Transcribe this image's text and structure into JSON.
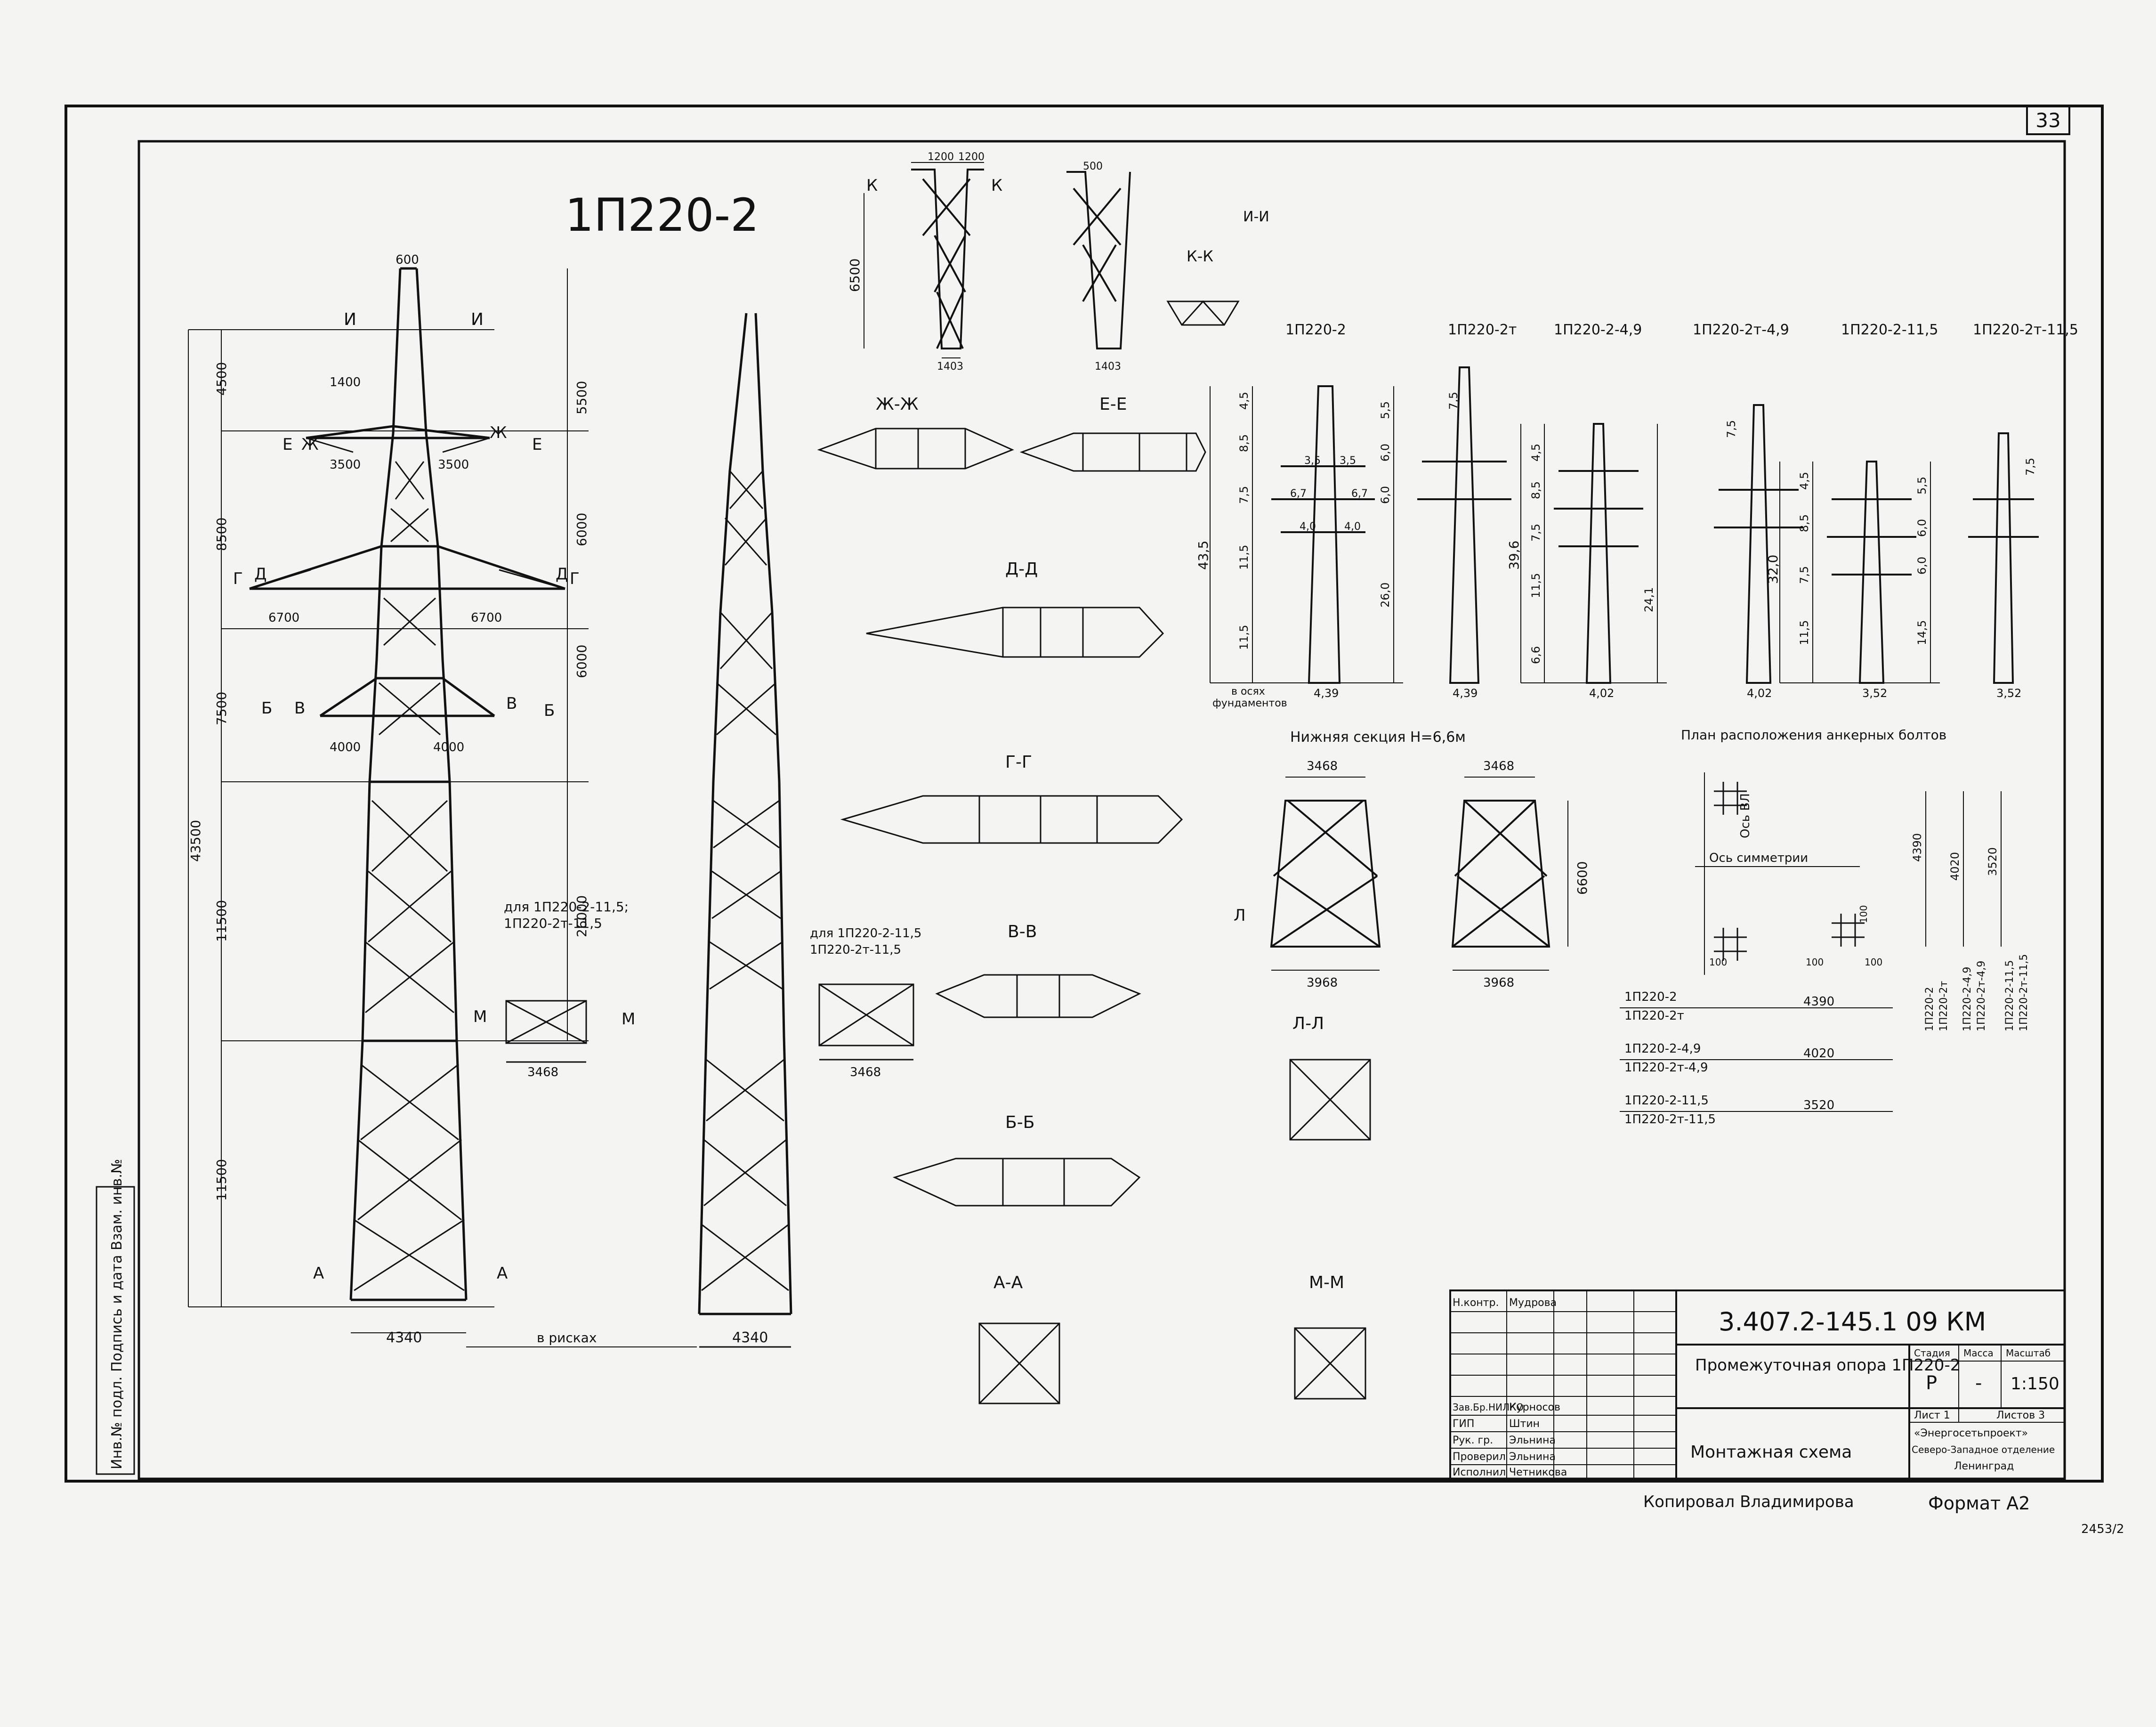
{
  "sheet": {
    "number": "33",
    "title": "1П220-2",
    "bottom_note": "2453/2"
  },
  "side_stamp": "Инв.№ подл. Подпись и дата Взам. инв.№",
  "tower_main": {
    "section_marks": [
      "И",
      "И",
      "Ж",
      "Ж",
      "Е",
      "Е",
      "Д",
      "Д",
      "Г",
      "Г",
      "В",
      "В",
      "Б",
      "Б",
      "А",
      "А",
      "М",
      "М"
    ],
    "heights_left": [
      "4500",
      "8500",
      "7500",
      "11500",
      "11500"
    ],
    "total_height": "43500",
    "heights_right": [
      "5500",
      "6000",
      "6000",
      "26000"
    ],
    "widths": [
      "600",
      "1400",
      "3500",
      "3500",
      "6700",
      "6700",
      "4000",
      "4000"
    ],
    "base_width": "4340",
    "base_note": "в рисках",
    "note_for": [
      "для 1П220-2-11,5;",
      "1П220-2т-11,5"
    ],
    "m_detail_width": "3468"
  },
  "tower_side": {
    "base_width": "4340"
  },
  "top_details": {
    "k_width": [
      "1200",
      "1200"
    ],
    "k_height": "6500",
    "k_base": "1403",
    "side_top": "500",
    "side_base": "1403",
    "labels": [
      "К",
      "К"
    ]
  },
  "section_titles": [
    "Ж-Ж",
    "Е-Е",
    "Д-Д",
    "Г-Г",
    "В-В",
    "Б-Б",
    "А-А",
    "К-К",
    "И-И",
    "Л-Л",
    "М-М"
  ],
  "variant_note": [
    "для 1П220-2-11,5",
    "1П220-2т-11,5"
  ],
  "variant_detail_width": "3468",
  "variants": {
    "titles": [
      "1П220-2",
      "1П220-2т",
      "1П220-2-4,9",
      "1П220-2т-4,9",
      "1П220-2-11,5",
      "1П220-2т-11,5"
    ],
    "heights": [
      "43,5",
      "39,6",
      "32,0"
    ],
    "section_heights": [
      "4,5",
      "8,5",
      "7,5",
      "11,5",
      "11,5",
      "4,5",
      "8,5",
      "7,5",
      "11,5",
      "6,6",
      "4,5",
      "8,5",
      "7,5",
      "11,5"
    ],
    "upper_heights": [
      "5,5",
      "6,0",
      "6,0",
      "26,0",
      "24,1",
      "5,5",
      "6,0",
      "6,0",
      "14,5"
    ],
    "top_heights": [
      "7,5",
      "7,5",
      "7,5"
    ],
    "base_widths": [
      "4,39",
      "4,39",
      "4,02",
      "4,02",
      "3,52",
      "3,52"
    ],
    "arm_widths": [
      "3,5",
      "3,5",
      "6,7",
      "6,7",
      "4,0",
      "4,0"
    ],
    "foundation_note": [
      "в осях",
      "фундаментов"
    ]
  },
  "lower_section": {
    "title": "Нижняя секция H=6,6м",
    "widths": [
      "3468",
      "3468"
    ],
    "base_widths": [
      "3968",
      "3968"
    ],
    "height": "6600",
    "section_mark": "Л"
  },
  "bolt_plan": {
    "title": "План расположения анкерных болтов",
    "axis_label": "Ось симметрии",
    "axis_vl": "Ось ВЛ",
    "dims": [
      "4390",
      "4020",
      "3520"
    ],
    "small": [
      "100",
      "100",
      "100",
      "100"
    ],
    "rotated_labels": [
      "1П220-2",
      "1П220-2т",
      "1П220-2-4,9",
      "1П220-2т-4,9",
      "1П220-2-11,5",
      "1П220-2т-11,5"
    ],
    "table": [
      {
        "names": [
          "1П220-2",
          "1П220-2т"
        ],
        "value": "4390"
      },
      {
        "names": [
          "1П220-2-4,9",
          "1П220-2т-4,9"
        ],
        "value": "4020"
      },
      {
        "names": [
          "1П220-2-11,5",
          "1П220-2т-11,5"
        ],
        "value": "3520"
      }
    ]
  },
  "title_block": {
    "code": "3.407.2-145.1  09 КМ",
    "name": "Промежуточная опора 1П220-2",
    "subtitle": "Монтажная схема",
    "stage_hdr": "Стадия",
    "mass_hdr": "Масса",
    "scale_hdr": "Масштаб",
    "stage": "Р",
    "mass": "-",
    "scale": "1:150",
    "sheet": "Лист 1",
    "sheets": "Листов 3",
    "org": [
      "«Энергосетьпроект»",
      "Северо-Западное отделение",
      "Ленинград"
    ],
    "roles": [
      {
        "role": "Н.контр.",
        "name": "Мудрова"
      },
      {
        "role": "",
        "name": ""
      },
      {
        "role": "",
        "name": ""
      },
      {
        "role": "",
        "name": ""
      },
      {
        "role": "Зав.Бр.НИЛКО",
        "name": "Курносов"
      },
      {
        "role": "ГИП",
        "name": "Штин"
      },
      {
        "role": "Рук. гр.",
        "name": "Эльнина"
      },
      {
        "role": "Проверил",
        "name": "Эльнина"
      },
      {
        "role": "Исполнил",
        "name": "Четникова"
      }
    ]
  },
  "copied_by": "Копировал Владимирова",
  "format": "Формат А2"
}
